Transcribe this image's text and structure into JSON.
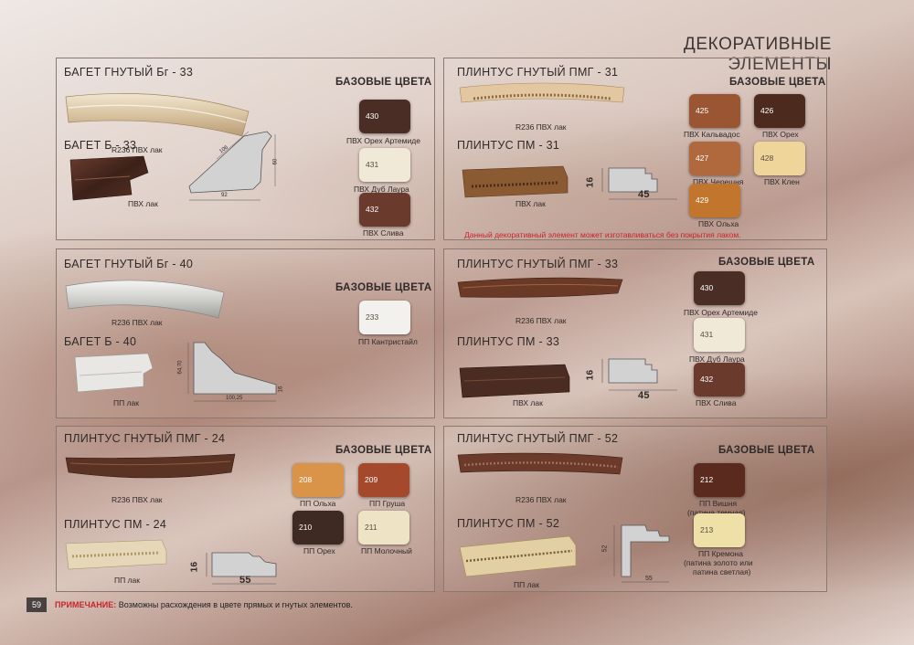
{
  "page": {
    "title": "ДЕКОРАТИВНЫЕ  ЭЛЕМЕНТЫ",
    "page_number": "59",
    "footer_label": "ПРИМЕЧАНИЕ:",
    "footer_text": " Возможны расхождения в цвете прямых и гнутых элементов."
  },
  "colors_heading": "БАЗОВЫЕ ЦВЕТА",
  "panel1": {
    "title_a": "БАГЕТ ГНУТЫЙ Бг - 33",
    "caption_a": "R236 ПВХ лак",
    "title_b": "БАГЕТ Б - 33",
    "caption_b": "ПВХ лак",
    "dims": {
      "d1": "106",
      "d2": "60",
      "d3": "92"
    },
    "swatches": [
      {
        "code": "430",
        "name": "ПВХ Орех Артемиде",
        "color": "#4a2e25"
      },
      {
        "code": "431",
        "name": "ПВХ Дуб Лаура",
        "color": "#f1e9d8"
      },
      {
        "code": "432",
        "name": "ПВХ Слива",
        "color": "#6a3a2c"
      }
    ]
  },
  "panel2": {
    "title_a": "ПЛИНТУС ГНУТЫЙ ПМГ - 31",
    "caption_a": "R236 ПВХ лак",
    "title_b": "ПЛИНТУС ПМ - 31",
    "caption_b": "ПВХ лак",
    "dims": {
      "h": "16",
      "w": "45"
    },
    "note": "Данный декоративный элемент может изготавливаться без покрытия лаком.",
    "swatches": [
      {
        "code": "425",
        "name": "ПВХ Кальвадос",
        "color": "#9a5632"
      },
      {
        "code": "426",
        "name": "ПВХ Орех",
        "color": "#4c2b1e"
      },
      {
        "code": "427",
        "name": "ПВХ Черешня",
        "color": "#b0683d"
      },
      {
        "code": "428",
        "name": "ПВХ Клен",
        "color": "#efd59a"
      },
      {
        "code": "429",
        "name": "ПВХ Ольха",
        "color": "#c2762d"
      }
    ]
  },
  "panel3": {
    "title_a": "БАГЕТ ГНУТЫЙ Бг - 40",
    "caption_a": "R236 ПВХ лак",
    "title_b": "БАГЕТ Б - 40",
    "caption_b": "ПП лак",
    "dims": {
      "h": "64,70",
      "w": "100,25",
      "t": "16"
    },
    "swatches": [
      {
        "code": "233",
        "name": "ПП Кантристайл",
        "color": "#f2f1ee"
      }
    ]
  },
  "panel4": {
    "title_a": "ПЛИНТУС ГНУТЫЙ ПМГ - 33",
    "caption_a": "R236 ПВХ лак",
    "title_b": "ПЛИНТУС ПМ - 33",
    "caption_b": "ПВХ лак",
    "dims": {
      "h": "16",
      "w": "45"
    },
    "swatches": [
      {
        "code": "430",
        "name": "ПВХ Орех Артемиде",
        "color": "#4a2e25"
      },
      {
        "code": "431",
        "name": "ПВХ Дуб Лаура",
        "color": "#f1e9d8"
      },
      {
        "code": "432",
        "name": "ПВХ Слива",
        "color": "#6a3a2c"
      }
    ]
  },
  "panel5": {
    "title_a": "ПЛИНТУС ГНУТЫЙ ПМГ - 24",
    "caption_a": "R236 ПВХ лак",
    "title_b": "ПЛИНТУС ПМ - 24",
    "caption_b": "ПП лак",
    "dims": {
      "h": "16",
      "w": "55"
    },
    "swatches": [
      {
        "code": "208",
        "name": "ПП Ольха",
        "color": "#d9944a"
      },
      {
        "code": "209",
        "name": "ПП Груша",
        "color": "#a4492c"
      },
      {
        "code": "210",
        "name": "ПП Орех",
        "color": "#3e2a22"
      },
      {
        "code": "211",
        "name": "ПП Молочный",
        "color": "#efe3c6"
      }
    ]
  },
  "panel6": {
    "title_a": "ПЛИНТУС ГНУТЫЙ ПМГ - 52",
    "caption_a": "R236 ПВХ лак",
    "title_b": "ПЛИНТУС ПМ - 52",
    "caption_b": "ПП лак",
    "dims": {
      "h": "52",
      "w": "55"
    },
    "swatches": [
      {
        "code": "212",
        "name": "ПП Вишня",
        "name2": "(патина темная)",
        "color": "#5a2a1e"
      },
      {
        "code": "213",
        "name": "ПП Кремона",
        "name2": "(патина золото или",
        "name3": "патина светлая)",
        "color": "#efe0a8"
      }
    ]
  }
}
